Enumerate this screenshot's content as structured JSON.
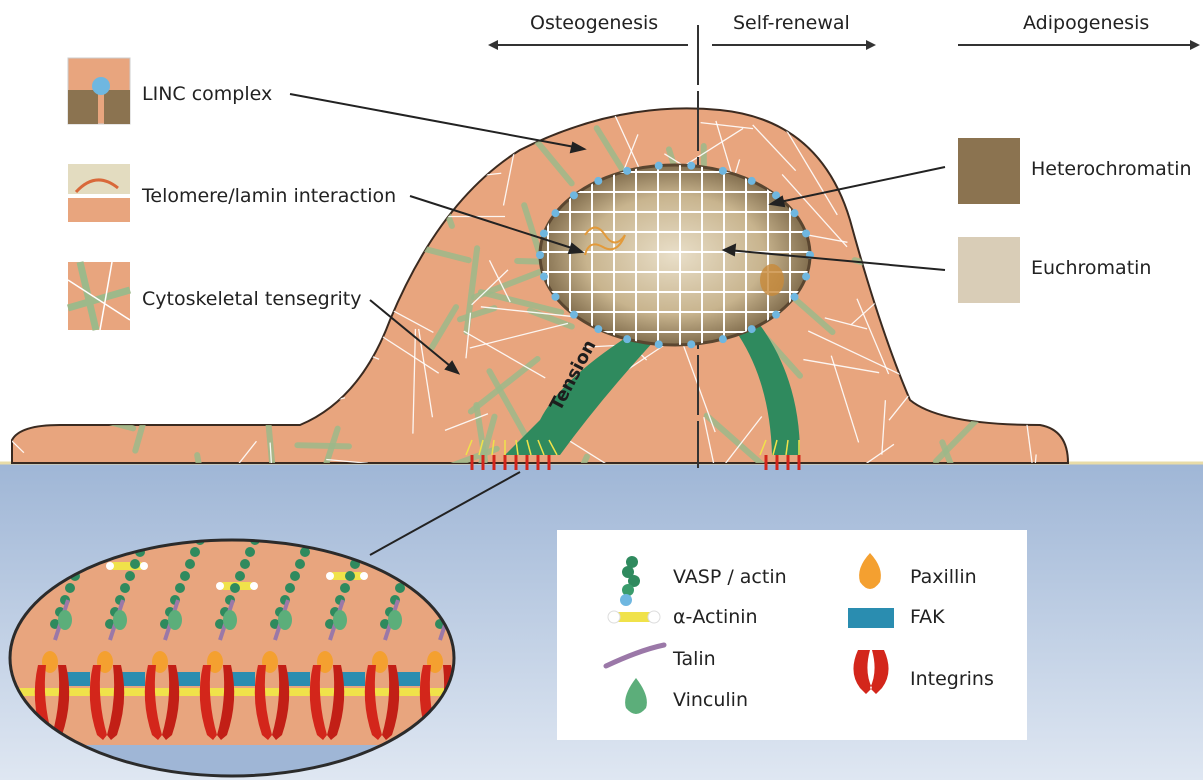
{
  "arrows_top": {
    "osteogenesis": "Osteogenesis",
    "self_renewal": "Self-renewal",
    "adipogenesis": "Adipogenesis"
  },
  "left_legend": {
    "linc": "LINC complex",
    "telomere": "Telomere/lamin interaction",
    "cytoskeletal": "Cytoskeletal tensegrity"
  },
  "right_legend": {
    "heterochromatin": "Heterochromatin",
    "euchromatin": "Euchromatin"
  },
  "tension_label": "Tension",
  "adhesion_legend": {
    "vasp_actin": "VASP / actin",
    "alpha_actinin": "α-Actinin",
    "talin": "Talin",
    "vinculin": "Vinculin",
    "paxillin": "Paxillin",
    "fak": "FAK",
    "integrins": "Integrins"
  },
  "colors": {
    "cytoplasm": "#e8a57e",
    "substrate_top": "#c9d6e8",
    "substrate_bottom": "#9fb6d6",
    "heterochromatin": "#8b7350",
    "euchromatin": "#d9cdb7",
    "actin": "#2f8a5e",
    "actinin": "#f0e24a",
    "talin": "#9b78a8",
    "vinculin": "#5cae7a",
    "paxillin": "#f4a030",
    "fak": "#2a8db0",
    "integrin": "#d3261b",
    "linc_dot": "#6fb7e0"
  }
}
